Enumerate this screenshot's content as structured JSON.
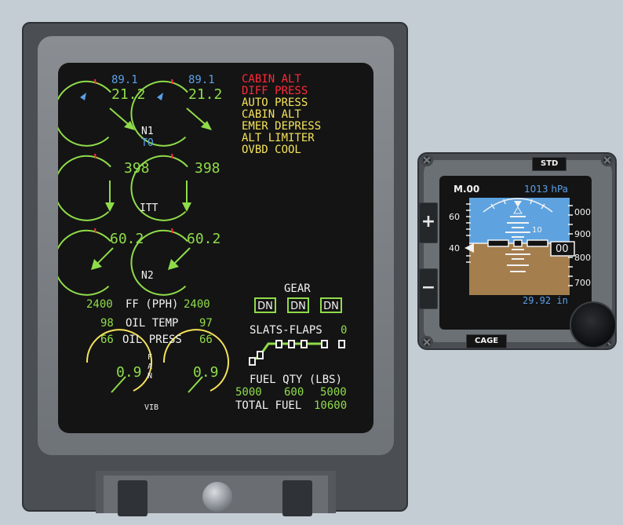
{
  "eicas": {
    "n1": {
      "left": {
        "target": "89.1",
        "value": "21.2"
      },
      "right": {
        "target": "89.1",
        "value": "21.2"
      },
      "label": "N1",
      "mode": "TO"
    },
    "itt": {
      "left": "398",
      "right": "398",
      "label": "ITT"
    },
    "n2": {
      "left": "60.2",
      "right": "60.2",
      "label": "N2"
    },
    "ff": {
      "left": "2400",
      "label": "FF (PPH)",
      "right": "2400"
    },
    "oil_temp": {
      "left": "98",
      "label": "OIL TEMP",
      "right": "97"
    },
    "oil_press": {
      "left": "66",
      "label": "OIL PRESS",
      "right": "66"
    },
    "fan_vib": {
      "left": "0.9",
      "right": "0.9",
      "fan_label": [
        "F",
        "A",
        "N"
      ],
      "vib_label": "VIB"
    },
    "cas_messages": [
      {
        "text": "CABIN ALT",
        "color": "#ff2a3a"
      },
      {
        "text": "DIFF PRESS",
        "color": "#ff2a3a"
      },
      {
        "text": "AUTO PRESS",
        "color": "#f5e35a"
      },
      {
        "text": "CABIN ALT",
        "color": "#f5e35a"
      },
      {
        "text": "EMER DEPRESS",
        "color": "#f5e35a"
      },
      {
        "text": "ALT LIMITER",
        "color": "#f5e35a"
      },
      {
        "text": "OVBD COOL",
        "color": "#f5e35a"
      }
    ],
    "gear": {
      "label": "GEAR",
      "states": [
        "DN",
        "DN",
        "DN"
      ]
    },
    "slats_flaps": {
      "label": "SLATS-FLAPS",
      "value": "0"
    },
    "fuel": {
      "label": "FUEL QTY (LBS)",
      "left": "5000",
      "center": "600",
      "right": "5000",
      "total_label": "TOTAL FUEL",
      "total": "10600"
    }
  },
  "standby": {
    "std_button": "STD",
    "cage_button": "CAGE",
    "plus_button": "+",
    "minus_button": "−",
    "mach": "M.00",
    "baro_hpa": "1013 hPa",
    "baro_in": "29.92 in",
    "speed_ticks": [
      "60",
      "40"
    ],
    "pitch_label": "10",
    "alt_ticks": [
      "000",
      "900",
      "800",
      "700"
    ],
    "alt_readout": "00",
    "colors": {
      "sky": "#5ea3e0",
      "ground": "#a57e4d"
    }
  }
}
